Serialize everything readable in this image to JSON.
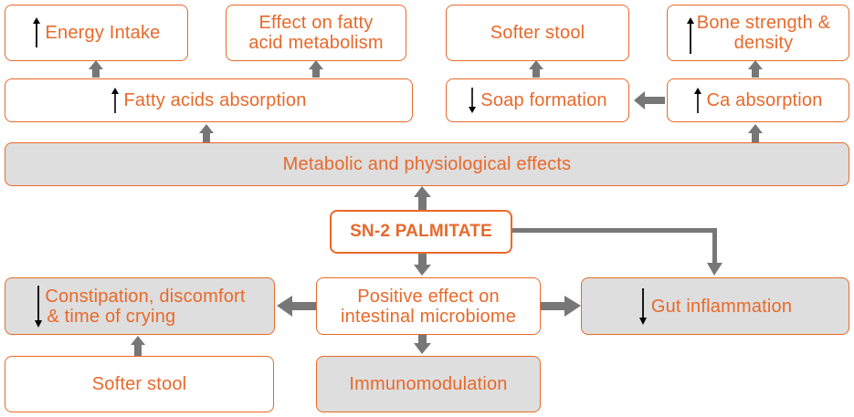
{
  "boxes": {
    "energy_intake": "Energy Intake",
    "fatty_metab_1": "Effect on fatty",
    "fatty_metab_2": "acid metabolism",
    "softer_stool_top": "Softer stool",
    "bone_1": "Bone strength &",
    "bone_2": "density",
    "fatty_abs": "Fatty acids absorption",
    "soap": "Soap formation",
    "ca_abs": "Ca absorption",
    "metabolic": "Metabolic and physiological effects",
    "sn2": "SN-2 PALMITATE",
    "constipation_1": "Constipation, discomfort",
    "constipation_2": "& time of crying",
    "microbiome_1": "Positive effect on",
    "microbiome_2": "intestinal microbiome",
    "gut": "Gut inflammation",
    "softer_stool_bottom": "Softer stool",
    "immuno": "Immunomodulation"
  },
  "colors": {
    "accent": "#e8692a",
    "grey_fill": "#dedede",
    "arrow": "#777777",
    "indicator": "#000000"
  },
  "icons": {
    "up": "up-arrow-icon",
    "down": "down-arrow-icon"
  }
}
